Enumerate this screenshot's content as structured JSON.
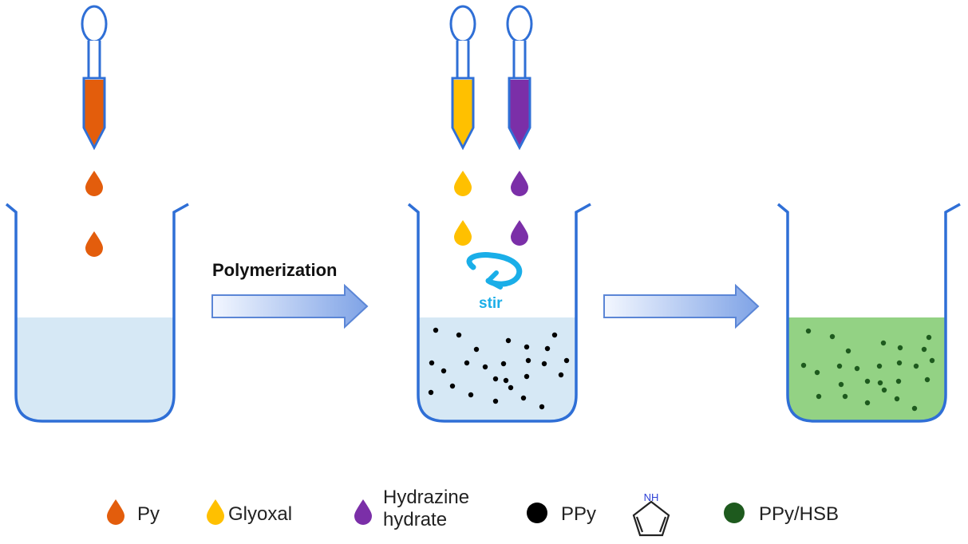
{
  "process": {
    "step1_label": "Polymerization",
    "stir_label": "stir"
  },
  "legend": {
    "py": "Py",
    "glyoxal": "Glyoxal",
    "hydrazine_line1": "Hydrazine",
    "hydrazine_line2": "hydrate",
    "ppy": "PPy",
    "ppy_structure_label": "NH",
    "ppy_hsb": "PPy/HSB"
  },
  "colors": {
    "py": "#e35d0c",
    "glyoxal": "#ffc000",
    "hydrazine": "#7b2fa8",
    "ppy": "#000000",
    "ppy_hsb_particle": "#1e5a1e",
    "beaker": "#2f6fd6",
    "solution": "#d6e8f5",
    "green_solution": "#93d284",
    "arrow": "#8fb0e8",
    "stir": "#1aaee8"
  },
  "icons": [
    "dropper-icon",
    "drop-icon",
    "beaker-icon",
    "arrow-icon",
    "stir-arrow-icon",
    "pyrrole-ring-icon"
  ]
}
